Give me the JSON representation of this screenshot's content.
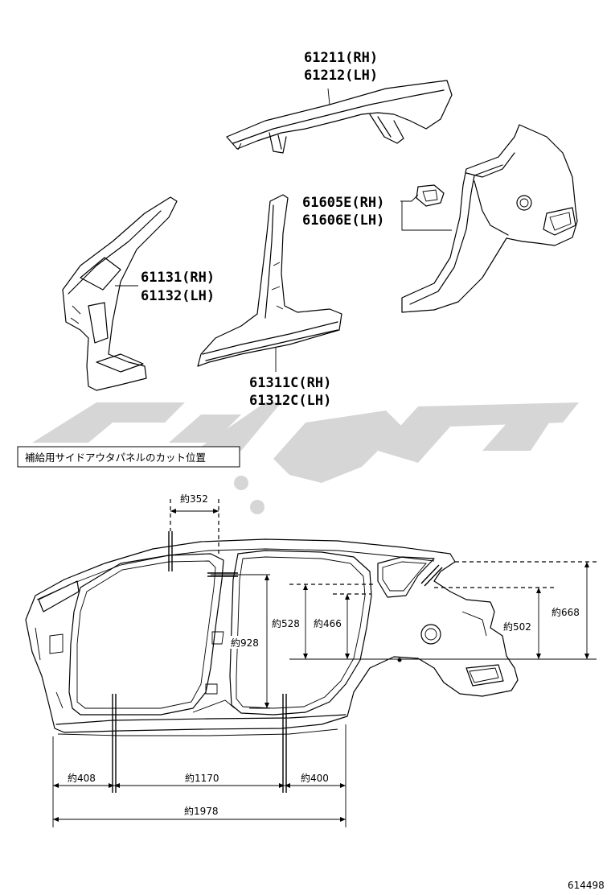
{
  "parts": {
    "roof_rail": {
      "rh": "61211(RH)",
      "lh": "61212(LH)"
    },
    "quarter_panel": {
      "rh": "61605E(RH)",
      "lh": "61606E(LH)"
    },
    "front_pillar": {
      "rh": "61131(RH)",
      "lh": "61132(LH)"
    },
    "center_pillar": {
      "rh": "61311C(RH)",
      "lh": "61312C(LH)"
    }
  },
  "section_title": "補給用サイドアウタパネルのカット位置",
  "dimensions": {
    "top_width": "約352",
    "pillar_height": "約928",
    "door_528": "約528",
    "door_466": "約466",
    "rear_502": "約502",
    "rear_668": "約668",
    "bottom_408": "約408",
    "bottom_1170": "約1170",
    "bottom_400": "約400",
    "total_1978": "約1978"
  },
  "figure_number": "614498",
  "colors": {
    "ink": "#000000",
    "watermark": "#cfcfcf"
  }
}
